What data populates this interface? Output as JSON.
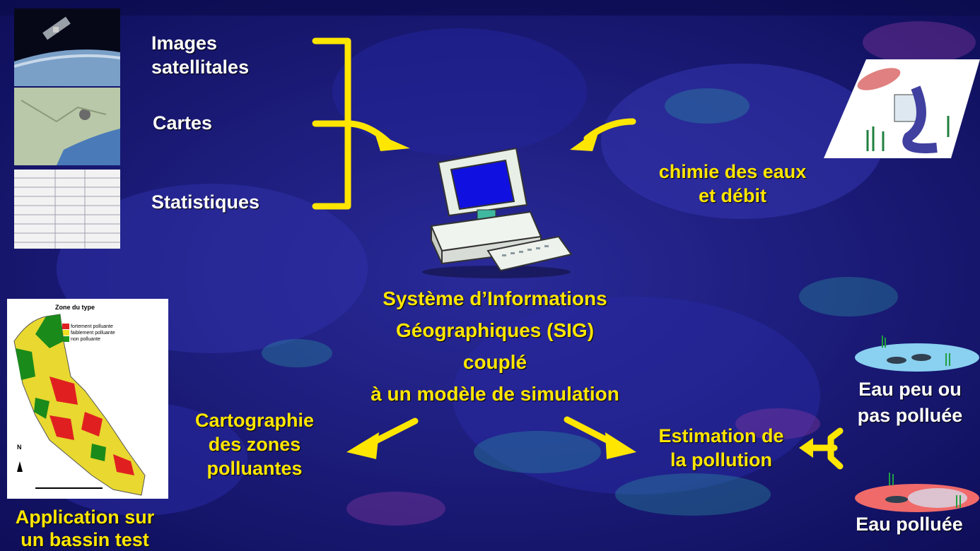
{
  "inputs": {
    "satellite": "Images satellitales",
    "maps": "Cartes",
    "stats": "Statistiques"
  },
  "water_chem": {
    "line1": "chimie des eaux",
    "line2": "et débit"
  },
  "sig": {
    "line1": "Système d’Informations",
    "line2": "Géographiques (SIG)",
    "line3": "couplé",
    "line4": "à un modèle de simulation"
  },
  "outputs": {
    "cartography_1": "Cartographie",
    "cartography_2": "des zones",
    "cartography_3": "polluantes",
    "estimation_1": "Estimation de",
    "estimation_2": "la pollution"
  },
  "water_status": {
    "clean_1": "Eau peu ou",
    "clean_2": "pas polluée",
    "polluted": "Eau polluée"
  },
  "application": {
    "line1": "Application sur",
    "line2": "un bassin test"
  },
  "basin_map": {
    "legend_title": "Zone du type",
    "legend": [
      "fortement polluante",
      "faiblement polluante",
      "non polluante"
    ],
    "north": "N"
  },
  "colors": {
    "label_yellow": "#ffe600",
    "label_white": "#ffffff",
    "arrow_yellow": "#ffe600",
    "background": "#12126e",
    "legend_red": "#e02020",
    "legend_yellow": "#f0e020",
    "legend_green": "#1a9a1a"
  }
}
